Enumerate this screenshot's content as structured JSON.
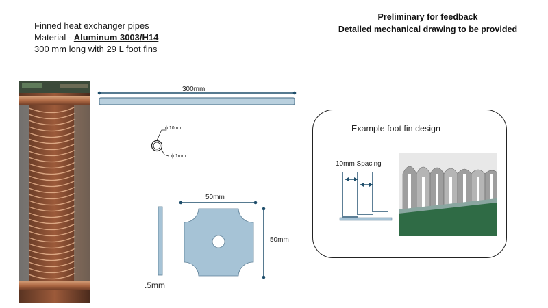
{
  "header": {
    "line1": "Finned heat exchanger pipes",
    "material_prefix": "Material - ",
    "material_value": "Aluminum 3003/H14",
    "line3": "300 mm long with 29 L foot fins",
    "notice_line1": "Preliminary for feedback",
    "notice_line2": "Detailed mechanical drawing to be provided"
  },
  "pipe": {
    "length_label": "300mm"
  },
  "tube_section": {
    "outer_diameter_label": "ϕ 10mm",
    "wall_label": "ϕ 1mm"
  },
  "fin": {
    "width_label": "50mm",
    "height_label": "50mm",
    "thickness_label": ".5mm"
  },
  "example": {
    "title": "Example  foot fin design",
    "spacing_label": "10mm Spacing"
  },
  "colors": {
    "part_fill": "#a6c3d6",
    "part_stroke": "#5d7f96",
    "dimension": "#1f4e6b",
    "copper": "#b06a45",
    "fin_green": "#2f6b45"
  }
}
